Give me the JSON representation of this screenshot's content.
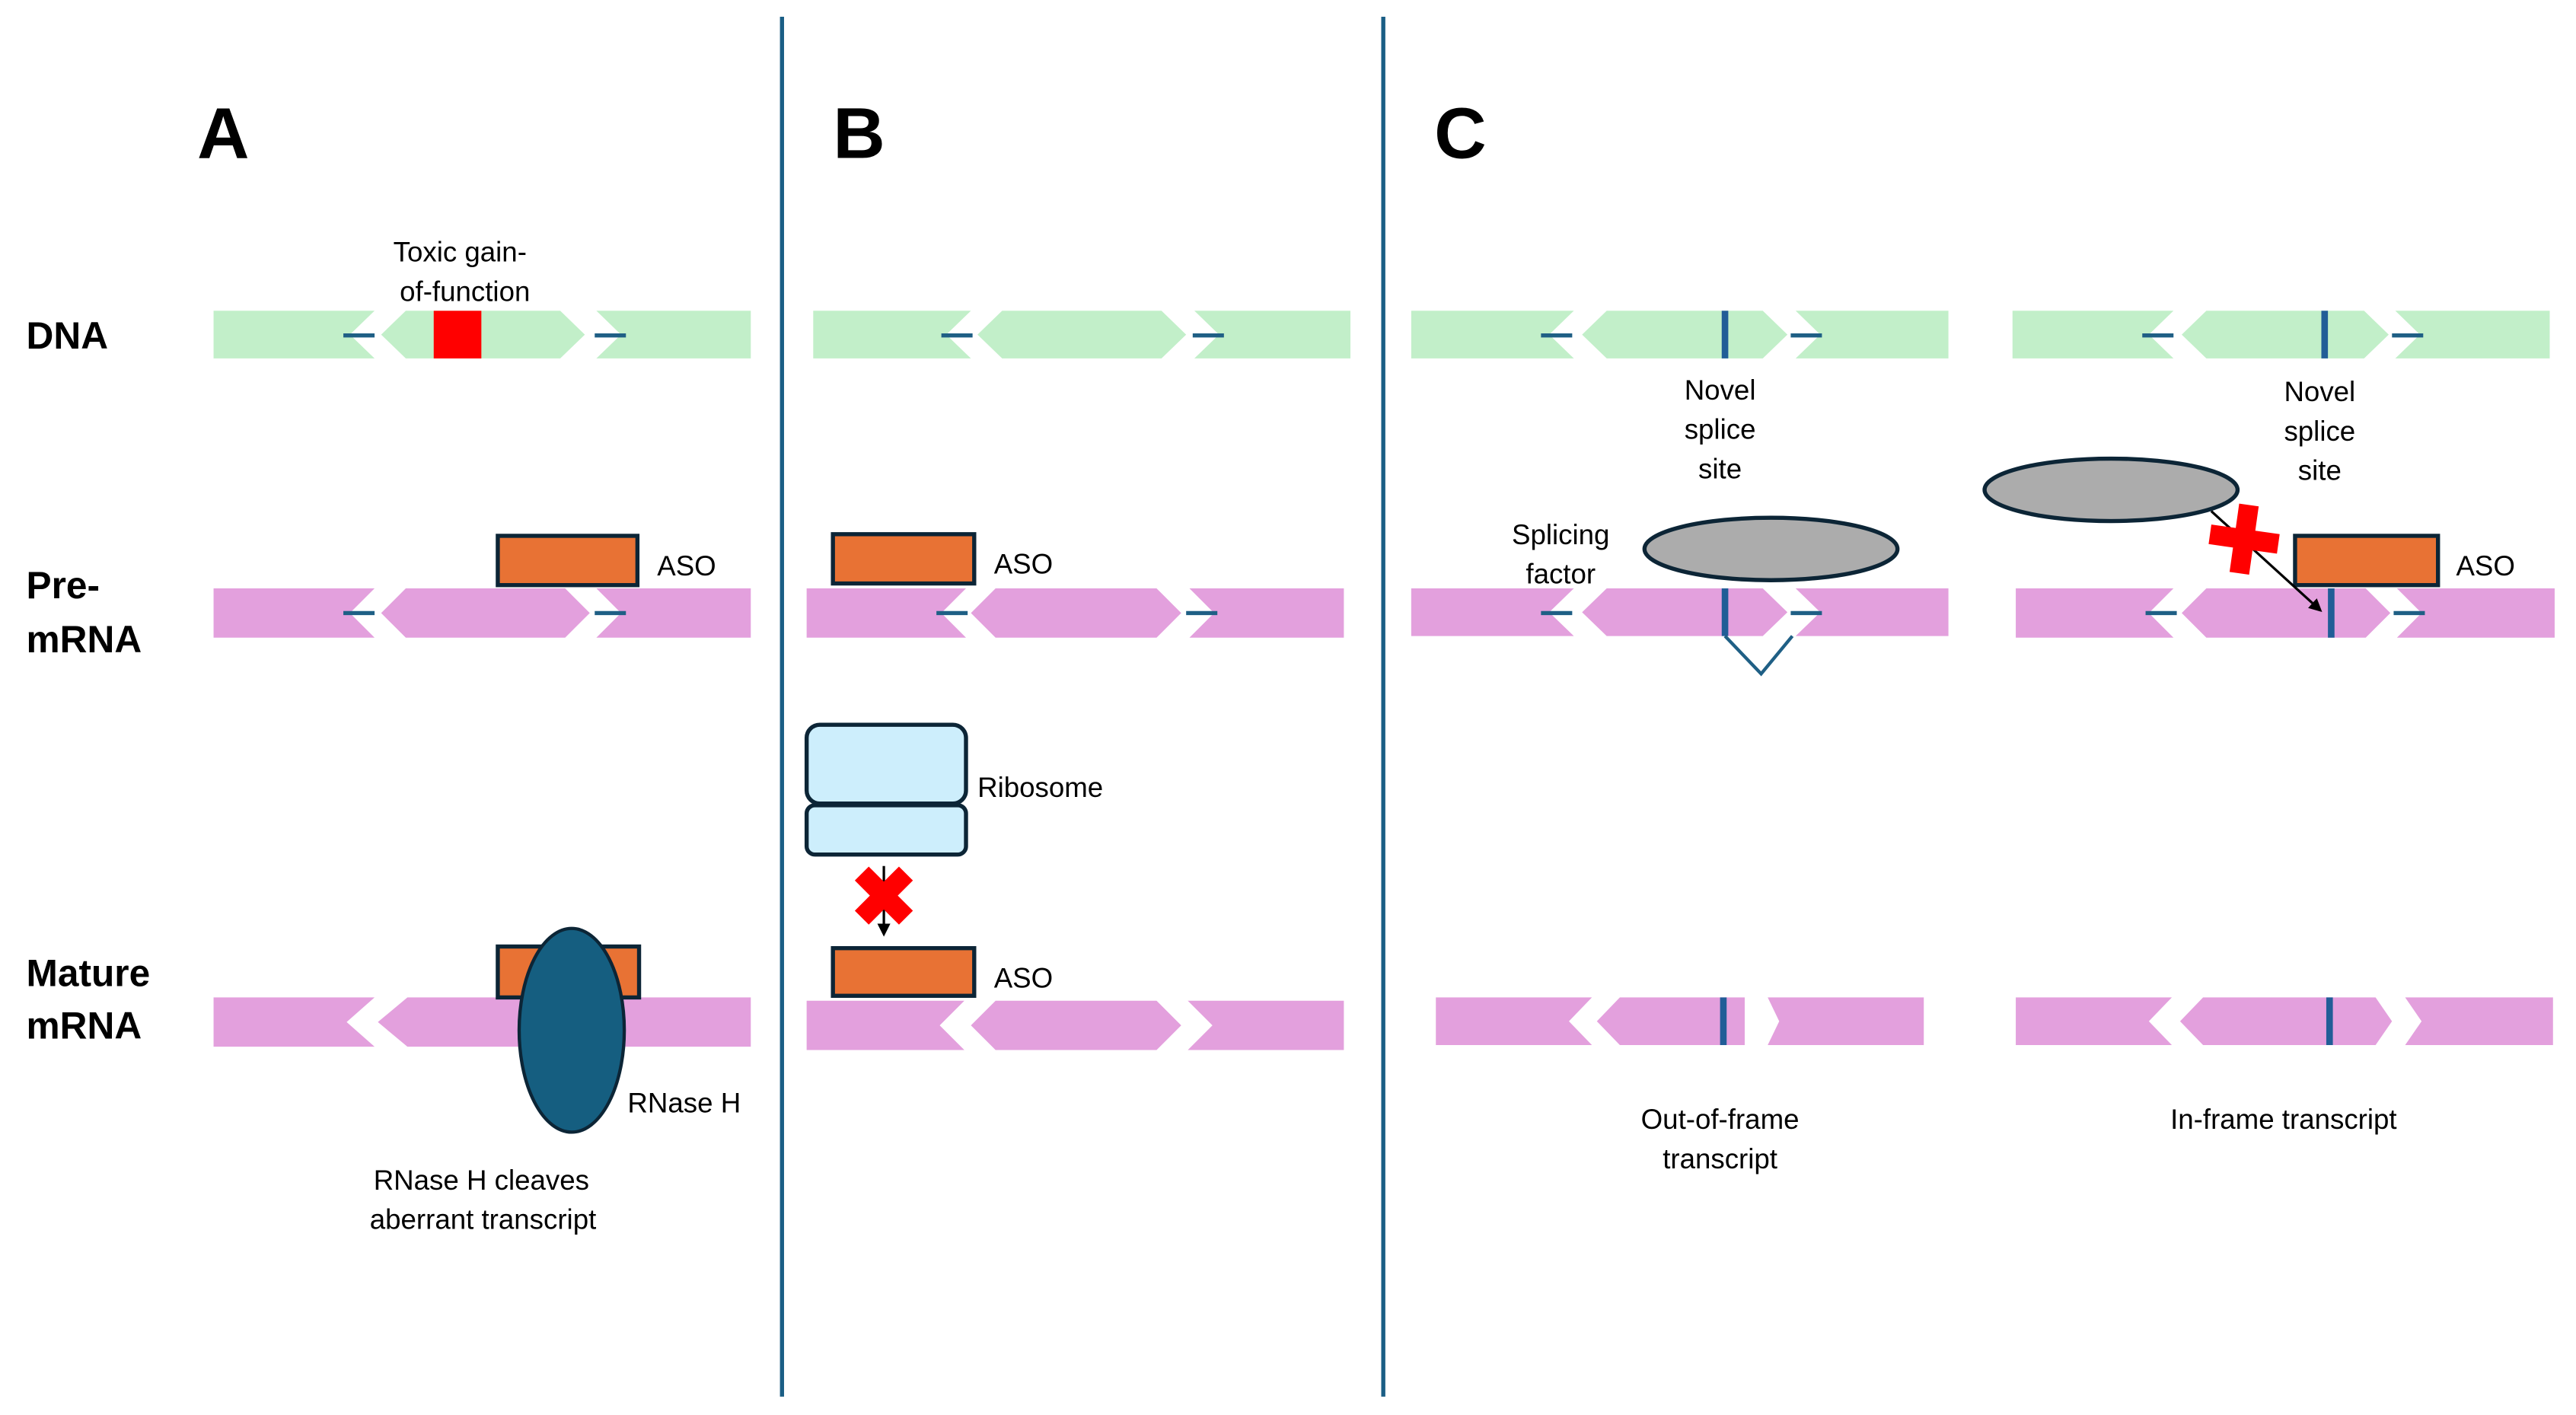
{
  "figure": {
    "panels": [
      {
        "letter": "A"
      },
      {
        "letter": "B"
      },
      {
        "letter": "C"
      }
    ],
    "row_labels": {
      "dna": "DNA",
      "pre_mrna_line1": "Pre-",
      "pre_mrna_line2": "mRNA",
      "mature_line1": "Mature",
      "mature_line2": "mRNA"
    },
    "panel_a": {
      "mutation_label_line1": "Toxic gain-",
      "mutation_label_line2": "of-function",
      "aso_label": "ASO",
      "enzyme_label": "RNase H",
      "caption_line1": "RNase H cleaves",
      "caption_line2": "aberrant transcript",
      "colors": {
        "mutation": "#ff0000",
        "enzyme": "#155e80"
      }
    },
    "panel_b": {
      "aso_label_pre": "ASO",
      "ribosome_label": "Ribosome",
      "aso_label_mature": "ASO",
      "colors": {
        "ribosome": "#cdeefc",
        "block_x": "#ff0000"
      }
    },
    "panel_c": {
      "left": {
        "site_label_line1": "Novel",
        "site_label_line2": "splice",
        "site_label_line3": "site",
        "factor_label_line1": "Splicing",
        "factor_label_line2": "factor",
        "caption_line1": "Out-of-frame",
        "caption_line2": "transcript"
      },
      "right": {
        "site_label_line1": "Novel",
        "site_label_line2": "splice",
        "site_label_line3": "site",
        "aso_label": "ASO",
        "caption": "In-frame transcript"
      },
      "colors": {
        "splicing_factor": "#acacac",
        "splice_site": "#215d97"
      }
    },
    "colors": {
      "dna": "#c2efc9",
      "rna": "#e3a0dd",
      "aso": "#e87234",
      "divider": "#1a5e85",
      "outline": "#0c2536"
    }
  }
}
